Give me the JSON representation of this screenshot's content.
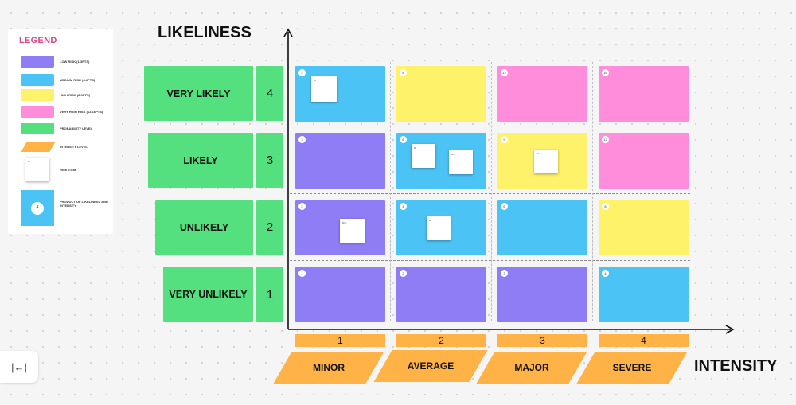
{
  "legend": {
    "title": "LEGEND",
    "items": [
      {
        "label": "LOW RISK (1-3pts)",
        "color": "#8f7df5"
      },
      {
        "label": "MEDIUM RISK (4-6pts)",
        "color": "#4cc3f5"
      },
      {
        "label": "HIGH RISK (8-9pts)",
        "color": "#fff26b"
      },
      {
        "label": "VERY HIGH RISK (12-16pts)",
        "color": "#ff8ddc"
      },
      {
        "label": "PROBABILITY LEVEL",
        "color": "#55e07f"
      },
      {
        "label": "INTENSITY LEVEL",
        "color": "#ffb347"
      },
      {
        "label": "RISK ITEM",
        "color": "#ffffff"
      },
      {
        "label": "PRODUCT OF LIKELINESS AND INTENSITY",
        "color": "#4cc3f5",
        "sample": "4"
      }
    ]
  },
  "axes": {
    "y_title": "LIKELINESS",
    "x_title": "INTENSITY"
  },
  "likeliness": [
    {
      "label": "VERY LIKELY",
      "value": "4"
    },
    {
      "label": "LIKELY",
      "value": "3"
    },
    {
      "label": "UNLIKELY",
      "value": "2"
    },
    {
      "label": "VERY UNLIKELY",
      "value": "1"
    }
  ],
  "intensity": [
    {
      "label": "MINOR",
      "value": "1"
    },
    {
      "label": "AVERAGE",
      "value": "2"
    },
    {
      "label": "MAJOR",
      "value": "3"
    },
    {
      "label": "SEVERE",
      "value": "4"
    }
  ],
  "colors": {
    "low": "#8f7df5",
    "medium": "#4cc3f5",
    "high": "#fff26b",
    "very_high": "#ff8ddc",
    "probability": "#55e07f",
    "intensity": "#ffb347"
  },
  "grid": {
    "r4": [
      "4",
      "8",
      "12",
      "16"
    ],
    "r3": [
      "3",
      "6",
      "9",
      "12"
    ],
    "r2": [
      "2",
      "4",
      "6",
      "8"
    ],
    "r1": [
      "1",
      "2",
      "3",
      "4"
    ]
  },
  "risk_items": {
    "a": "Ri",
    "b": "Ri",
    "c": "Ri ri",
    "d": "Ri ri",
    "e": "Ri ri",
    "f": "Ri"
  },
  "toolbar": {
    "fit_icon": "|↔|"
  }
}
